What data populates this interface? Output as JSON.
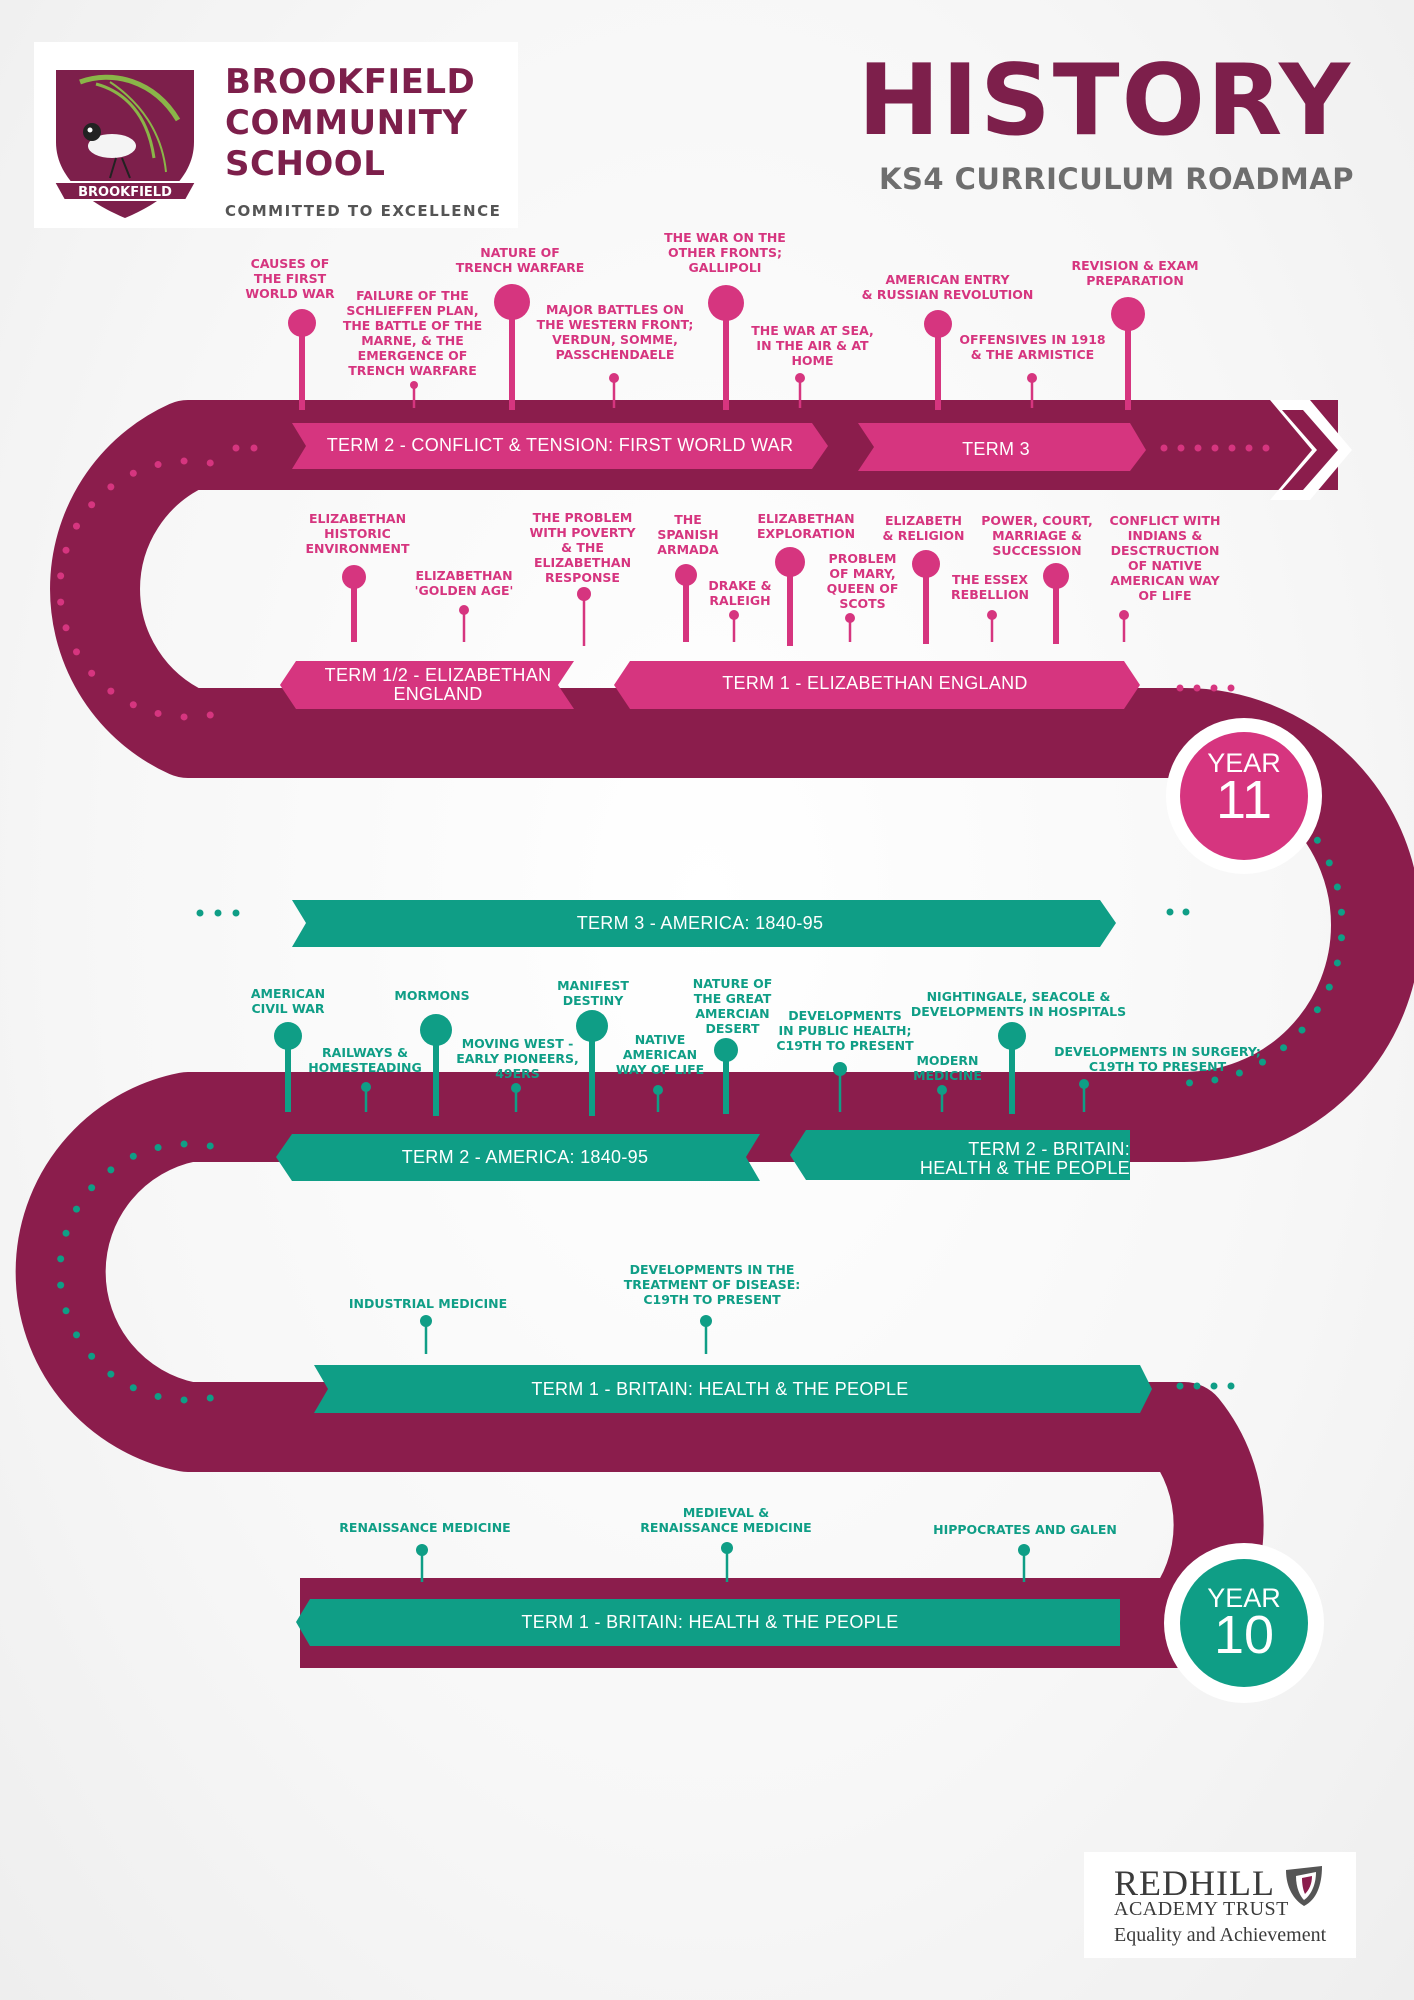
{
  "header": {
    "school_name": "BROOKFIELD\nCOMMUNITY\nSCHOOL",
    "motto": "COMMITTED TO EXCELLENCE",
    "crest_label": "BROOKFIELD",
    "title": "HISTORY",
    "subtitle": "KS4 CURRICULUM ROADMAP"
  },
  "colors": {
    "road": "#8b1d4c",
    "pink": "#d6357f",
    "teal": "#0f9e86",
    "title": "#7d1f4b"
  },
  "banners": {
    "y11_term2": "TERM 2 - CONFLICT & TENSION: FIRST WORLD WAR",
    "y11_term3": "TERM 3",
    "y11_term12": "TERM 1/2 - ELIZABETHAN\nENGLAND",
    "y11_term1": "TERM 1 - ELIZABETHAN ENGLAND",
    "y10_term3": "TERM 3 - AMERICA: 1840-95",
    "y10_term2_america": "TERM 2 - AMERICA: 1840-95",
    "y10_term2_britain": "TERM 2 - BRITAIN:\nHEALTH & THE PEOPLE",
    "y10_term1_upper": "TERM 1 - BRITAIN: HEALTH & THE PEOPLE",
    "y10_term1_lower": "TERM 1 - BRITAIN: HEALTH & THE PEOPLE"
  },
  "years": {
    "y11_word": "YEAR",
    "y11_num": "11",
    "y10_word": "YEAR",
    "y10_num": "10"
  },
  "topics": {
    "ww1": [
      "CAUSES OF\nTHE FIRST\nWORLD WAR",
      "FAILURE OF THE\nSCHLIEFFEN PLAN,\nTHE BATTLE OF THE\nMARNE, & THE\nEMERGENCE OF\nTRENCH WARFARE",
      "NATURE OF\nTRENCH WARFARE",
      "MAJOR BATTLES ON\nTHE WESTERN FRONT;\nVERDUN, SOMME,\nPASSCHENDAELE",
      "THE WAR ON THE\nOTHER FRONTS;\nGALLIPOLI",
      "THE WAR AT SEA,\nIN THE AIR & AT\nHOME",
      "AMERICAN ENTRY\n& RUSSIAN REVOLUTION",
      "OFFENSIVES IN 1918\n& THE ARMISTICE",
      "REVISION & EXAM\nPREPARATION"
    ],
    "elizabethan": [
      "ELIZABETHAN\nHISTORIC\nENVIRONMENT",
      "ELIZABETHAN\n'GOLDEN AGE'",
      "THE PROBLEM\nWITH POVERTY\n& THE\nELIZABETHAN\nRESPONSE",
      "THE\nSPANISH\nARMADA",
      "DRAKE &\nRALEIGH",
      "ELIZABETHAN\nEXPLORATION",
      "PROBLEM\nOF MARY,\nQUEEN OF\nSCOTS",
      "ELIZABETH\n& RELIGION",
      "THE ESSEX\nREBELLION",
      "POWER, COURT,\nMARRIAGE &\nSUCCESSION",
      "CONFLICT WITH\nINDIANS &\nDESCTRUCTION\nOF NATIVE\nAMERICAN WAY\nOF LIFE"
    ],
    "america": [
      "AMERICAN\nCIVIL WAR",
      "RAILWAYS &\nHOMESTEADING",
      "MORMONS",
      "MOVING WEST -\nEARLY PIONEERS,\n49ERS",
      "MANIFEST\nDESTINY",
      "NATIVE\nAMERICAN\nWAY OF LIFE",
      "NATURE OF\nTHE GREAT\nAMERCIAN\nDESERT"
    ],
    "britain2": [
      "DEVELOPMENTS\nIN PUBLIC HEALTH;\nC19TH TO PRESENT",
      "MODERN\nMEDICINE",
      "NIGHTINGALE, SEACOLE &\nDEVELOPMENTS IN HOSPITALS",
      "DEVELOPMENTS IN SURGERY;\nC19TH TO PRESENT"
    ],
    "britain1_upper": [
      "INDUSTRIAL MEDICINE",
      "DEVELOPMENTS IN THE\nTREATMENT OF DISEASE:\nC19TH TO PRESENT"
    ],
    "britain1_lower": [
      "RENAISSANCE MEDICINE",
      "MEDIEVAL &\nRENAISSANCE MEDICINE",
      "HIPPOCRATES AND GALEN"
    ]
  },
  "footer": {
    "trust_name": "REDHILL",
    "trust_sub": "ACADEMY TRUST",
    "tagline": "Equality and Achievement"
  }
}
